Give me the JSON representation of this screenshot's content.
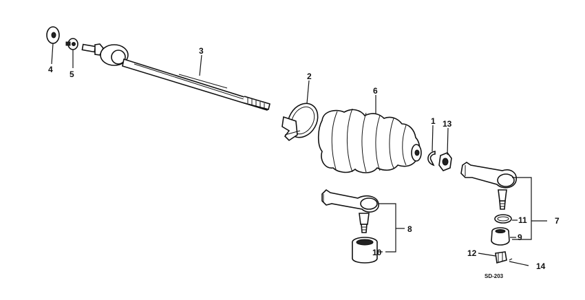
{
  "drawing_code": "SD-203",
  "callouts": [
    {
      "id": "label-1",
      "text": "1"
    },
    {
      "id": "label-2",
      "text": "2"
    },
    {
      "id": "label-3",
      "text": "3"
    },
    {
      "id": "label-4",
      "text": "4"
    },
    {
      "id": "label-5",
      "text": "5"
    },
    {
      "id": "label-6",
      "text": "6"
    },
    {
      "id": "label-7",
      "text": "7"
    },
    {
      "id": "label-8",
      "text": "8"
    },
    {
      "id": "label-9",
      "text": "9"
    },
    {
      "id": "label-10",
      "text": "10"
    },
    {
      "id": "label-11",
      "text": "11"
    },
    {
      "id": "label-12",
      "text": "12"
    },
    {
      "id": "label-13",
      "text": "13"
    },
    {
      "id": "label-14",
      "text": "14"
    }
  ]
}
